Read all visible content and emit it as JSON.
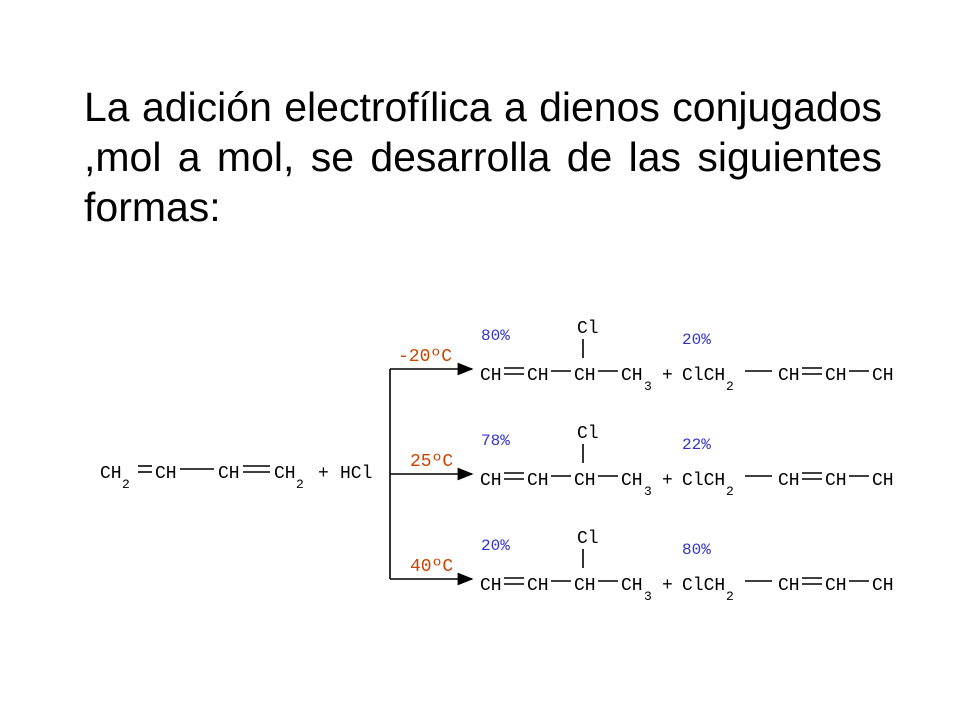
{
  "title": "La adición electrofílica a dienos conjugados ,mol a mol, se desarrolla de las siguientes formas:",
  "reactant": {
    "group1": "CH",
    "sub1": "2",
    "group2": "CH",
    "group3": "CH",
    "group4": "CH",
    "sub4": "2",
    "plus": "+",
    "reagent": "HCl"
  },
  "rows": [
    {
      "temperature": "-20ºC",
      "percent_a": "80%",
      "percent_b": "20%"
    },
    {
      "temperature": "25ºC",
      "percent_a": "78%",
      "percent_b": "22%"
    },
    {
      "temperature": "40ºC",
      "percent_a": "20%",
      "percent_b": "80%"
    }
  ],
  "product_a": {
    "substituent": "Cl",
    "g1": "CH",
    "g2": "CH",
    "g3": "CH",
    "g4": "CH",
    "sub4": "3"
  },
  "plus": "+",
  "product_b": {
    "g1": "ClCH",
    "sub1": "2",
    "g2": "CH",
    "g3": "CH",
    "g4": "CH"
  },
  "colors": {
    "percent": "#3333cc",
    "temperature": "#cc4400",
    "text": "#000000"
  }
}
